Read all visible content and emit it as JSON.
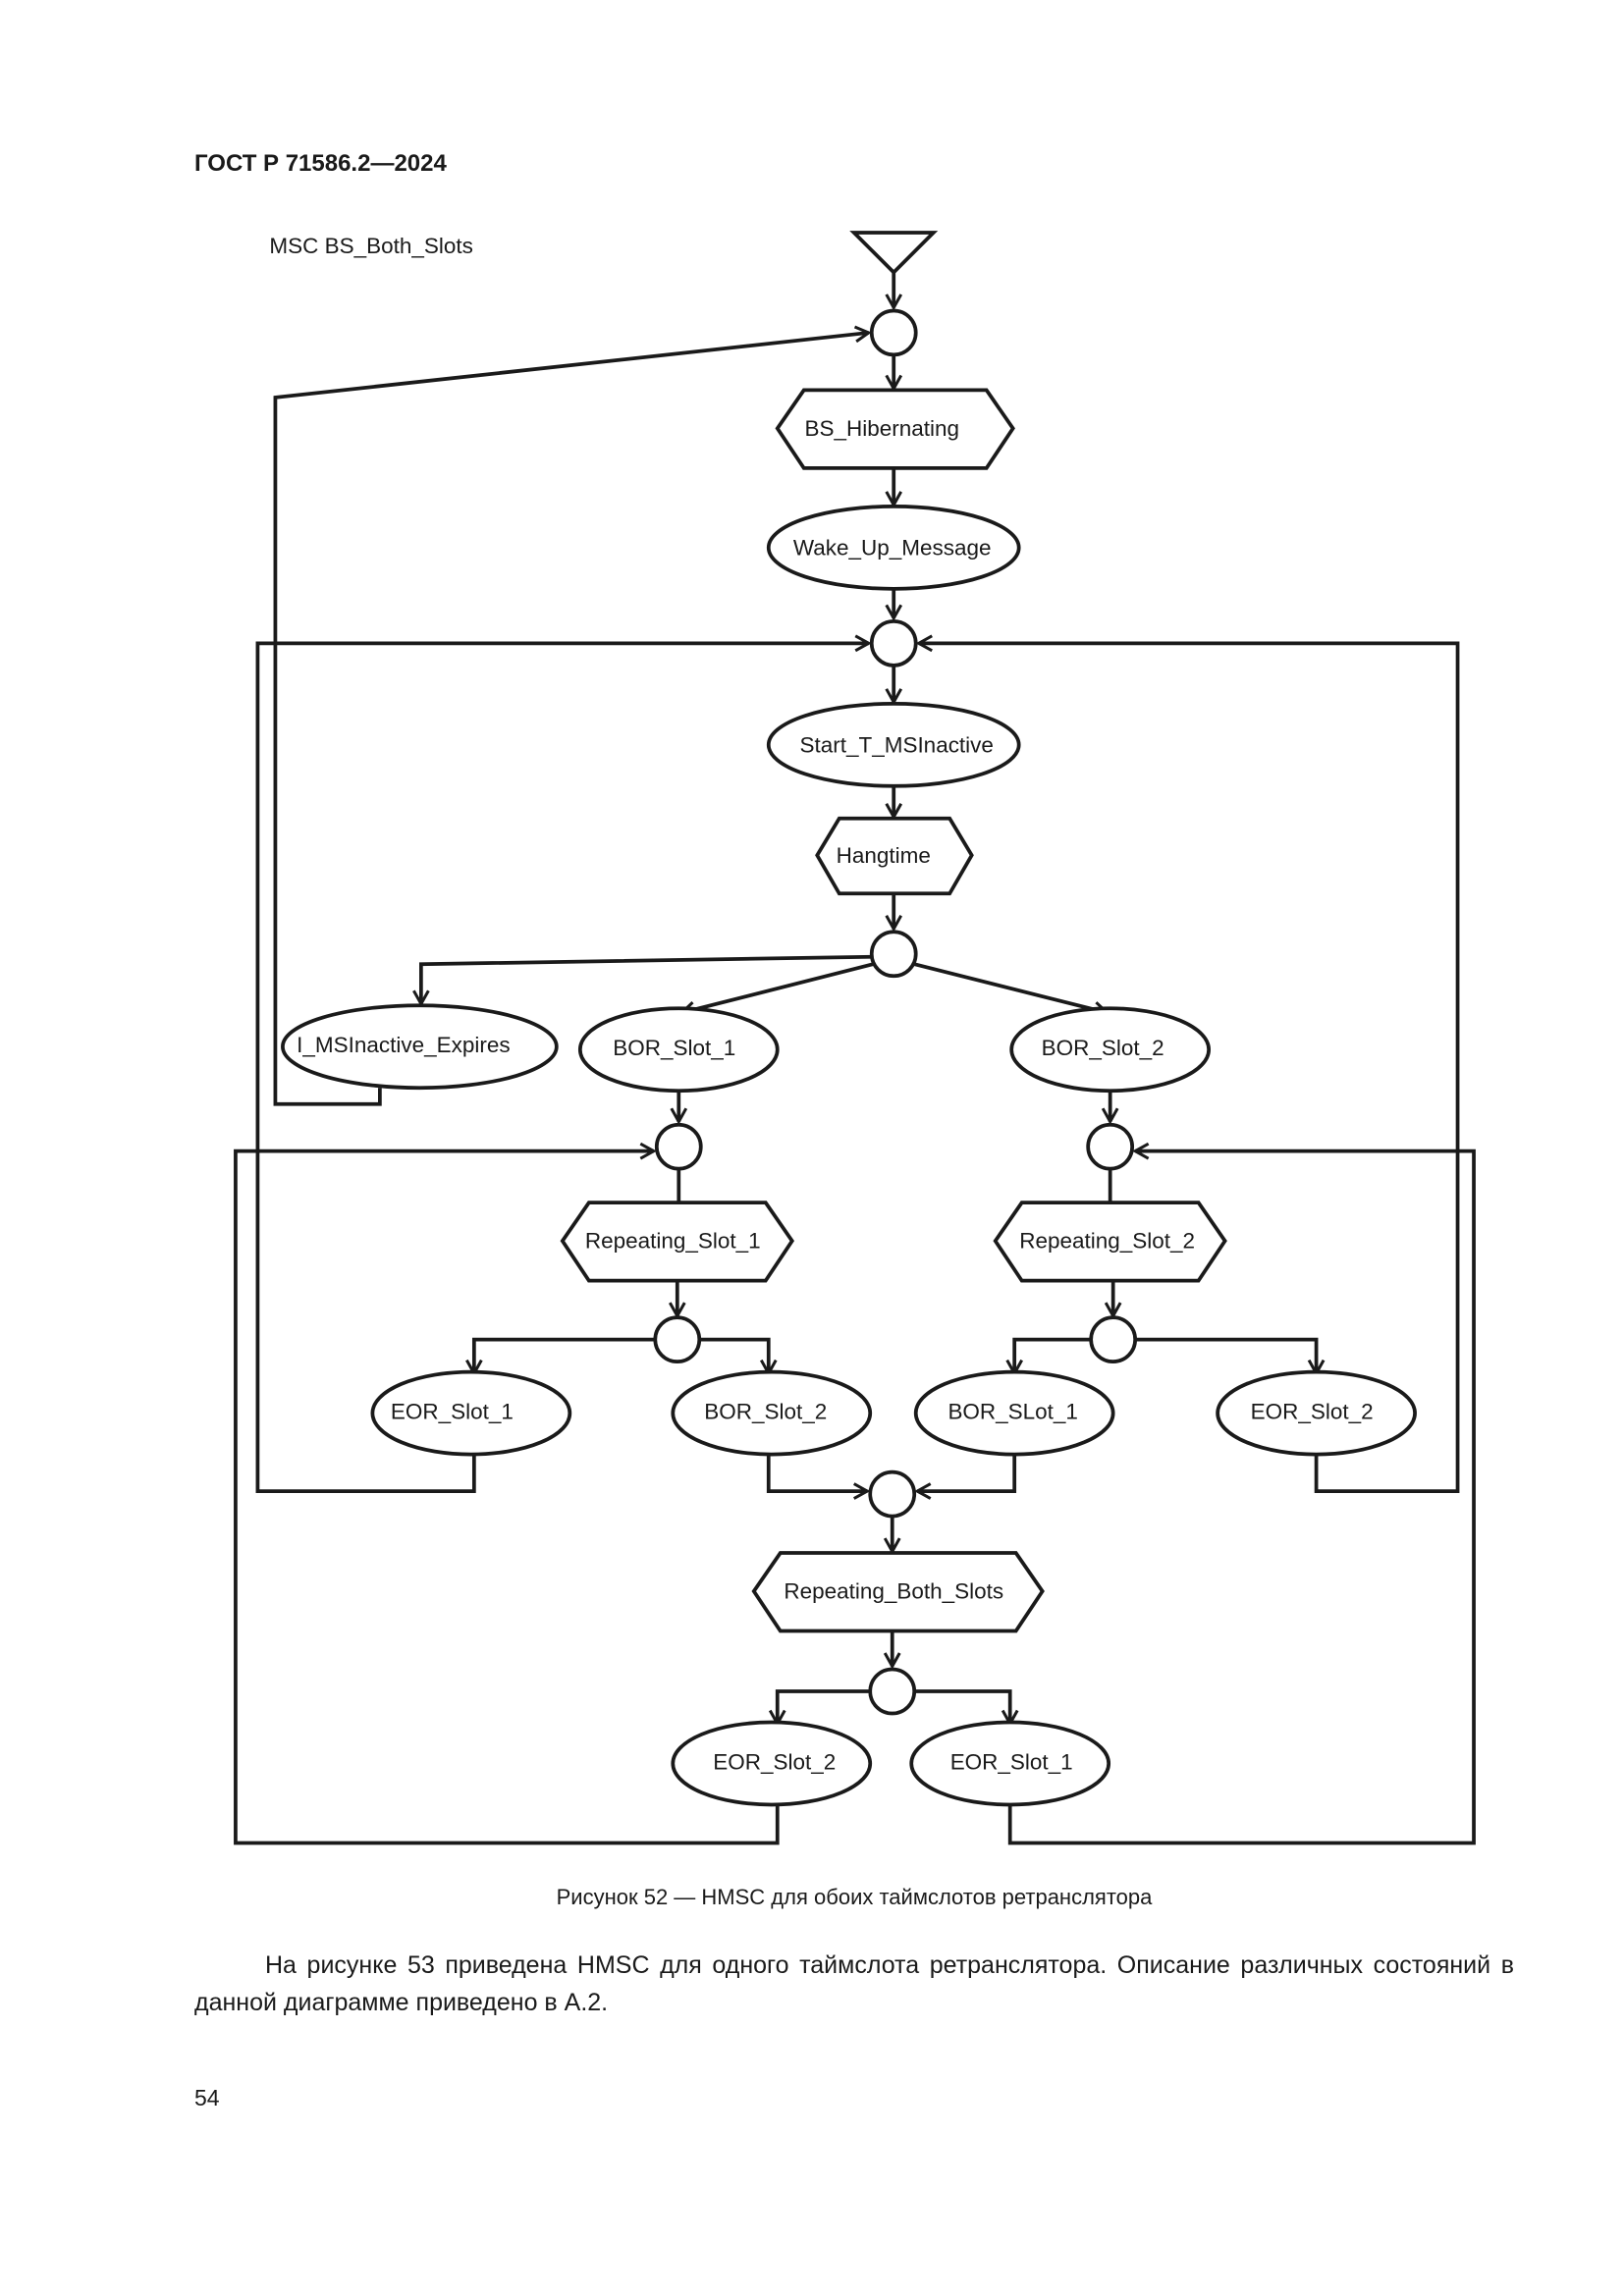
{
  "header": {
    "standard": "ГОСТ Р 71586.2—2024"
  },
  "diagram": {
    "title": "MSC BS_Both_Slots",
    "nodes": {
      "bs_hibernating": "BS_Hibernating",
      "wake_up_message": "Wake_Up_Message",
      "start_t_msinactive": "Start_T_MSInactive",
      "hangtime": "Hangtime",
      "t_msinactive_expires": "I_MSInactive_Expires",
      "bor_slot_1": "BOR_Slot_1",
      "bor_slot_2": "BOR_Slot_2",
      "repeating_slot_1": "Repeating_Slot_1",
      "repeating_slot_2": "Repeating_Slot_2",
      "eor_slot_1_a": "EOR_Slot_1",
      "bor_slot_2_b": "BOR_Slot_2",
      "bor_slot_1_b": "BOR_SLot_1",
      "eor_slot_2_a": "EOR_Slot_2",
      "repeating_both_slots": "Repeating_Both_Slots",
      "eor_slot_2_b": "EOR_Slot_2",
      "eor_slot_1_b": "EOR_Slot_1"
    }
  },
  "caption": "Рисунок 52 — HMSC для обоих таймслотов ретранслятора",
  "paragraph": "На рисунке 53 приведена HMSC для одного таймслота ретранслятора. Описание различных состояний в данной диаграмме приведено в А.2.",
  "page_number": "54"
}
